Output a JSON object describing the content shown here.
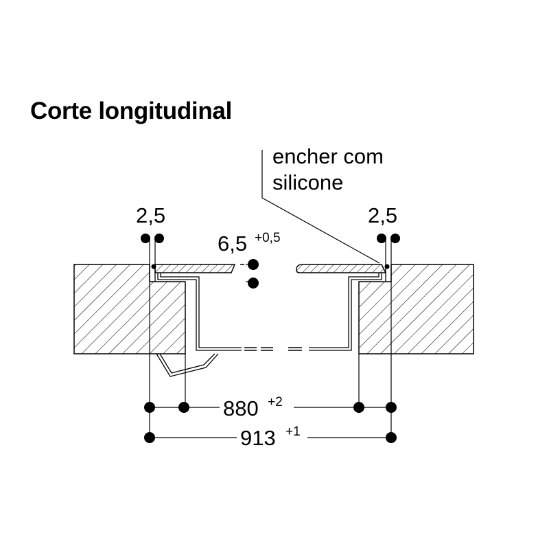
{
  "title": "Corte longitudinal",
  "annotation": {
    "line1": "encher com",
    "line2": "silicone"
  },
  "dimensions": {
    "gap_left": "2,5",
    "gap_right": "2,5",
    "depth": {
      "value": "6,5",
      "tolerance": "+0,5"
    },
    "cutout": {
      "value": "880",
      "tolerance": "+2"
    },
    "overall": {
      "value": "913",
      "tolerance": "+1"
    }
  },
  "colors": {
    "line": "#000000",
    "background": "#ffffff"
  }
}
